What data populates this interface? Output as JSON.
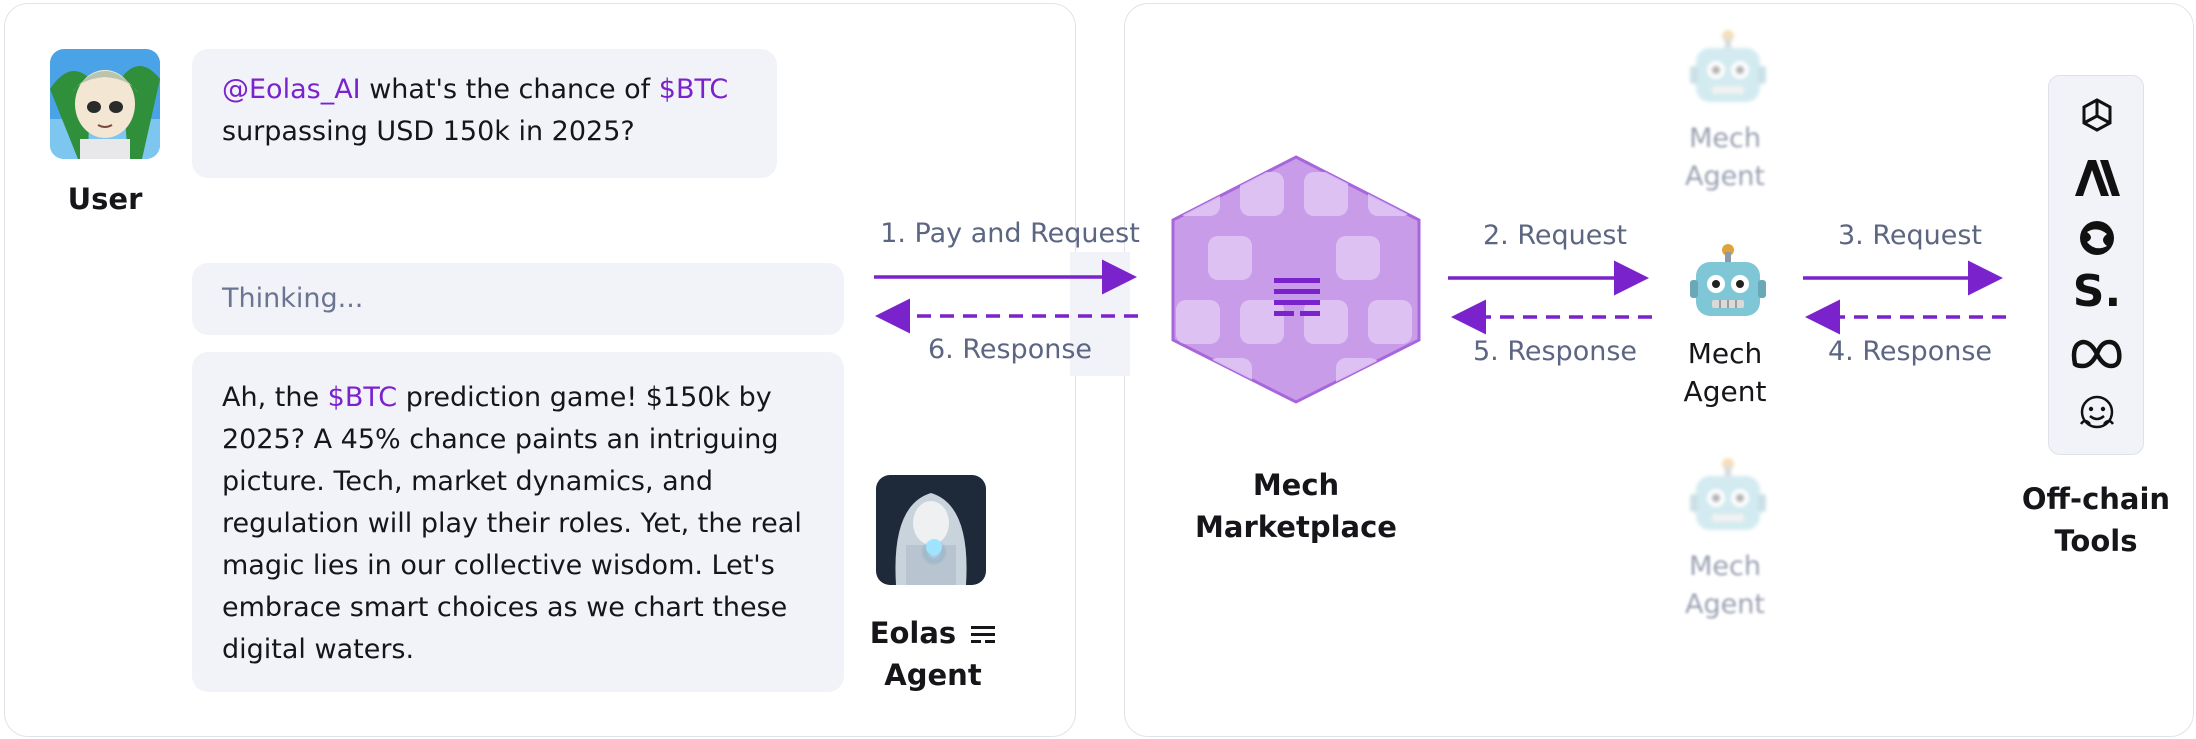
{
  "user": {
    "label": "User",
    "question_mention": "@Eolas_AI",
    "question_middle": " what's the chance of ",
    "question_ticker": "$BTC",
    "question_end": " surpassing USD 150k in 2025?"
  },
  "agent": {
    "thinking": "Thinking...",
    "answer_start": "Ah, the ",
    "answer_ticker": "$BTC",
    "answer_rest": " prediction game! $150k by 2025? A 45% chance paints an intriguing picture. Tech, market dynamics, and regulation will play their roles. Yet, the real magic lies in our collective wisdom. Let's embrace smart choices as we chart these digital waters.",
    "name_line1": "Eolas",
    "name_line2": "Agent"
  },
  "flows": {
    "step1": "1. Pay and Request",
    "step2": "2. Request",
    "step3": "3. Request",
    "step4": "4. Response",
    "step5": "5. Response",
    "step6": "6. Response"
  },
  "marketplace": {
    "line1": "Mech",
    "line2": "Marketplace"
  },
  "mech_agent": {
    "line1": "Mech",
    "line2": "Agent"
  },
  "tools": {
    "line1": "Off-chain",
    "line2": "Tools",
    "icons": [
      "openai-icon",
      "anthropic-icon",
      "perplexity-icon",
      "stability-icon",
      "meta-icon",
      "huggingface-icon"
    ]
  },
  "colors": {
    "accent": "#7a22cc",
    "muted_text": "#6b7591",
    "bubble_bg": "#f2f3f8",
    "hex_fill": "#c79be8"
  }
}
